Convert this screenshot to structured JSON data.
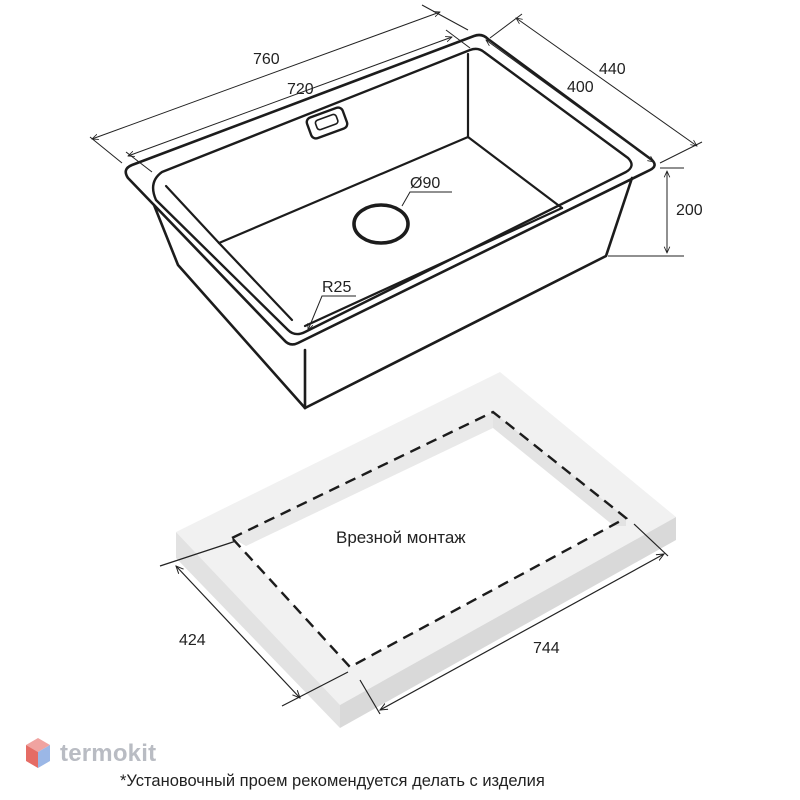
{
  "sink": {
    "width_outer": "760",
    "width_inner": "720",
    "depth_outer": "440",
    "depth_inner": "400",
    "height": "200",
    "drain_diameter": "Ø90",
    "corner_radius": "R25"
  },
  "cutout": {
    "label": "Врезной монтаж",
    "width": "744",
    "depth": "424"
  },
  "footnote": "*Установочный проем рекомендуется делать с изделия",
  "brand": {
    "name": "termokit",
    "color": "#b9bcc3",
    "accent": "#e0524a"
  }
}
